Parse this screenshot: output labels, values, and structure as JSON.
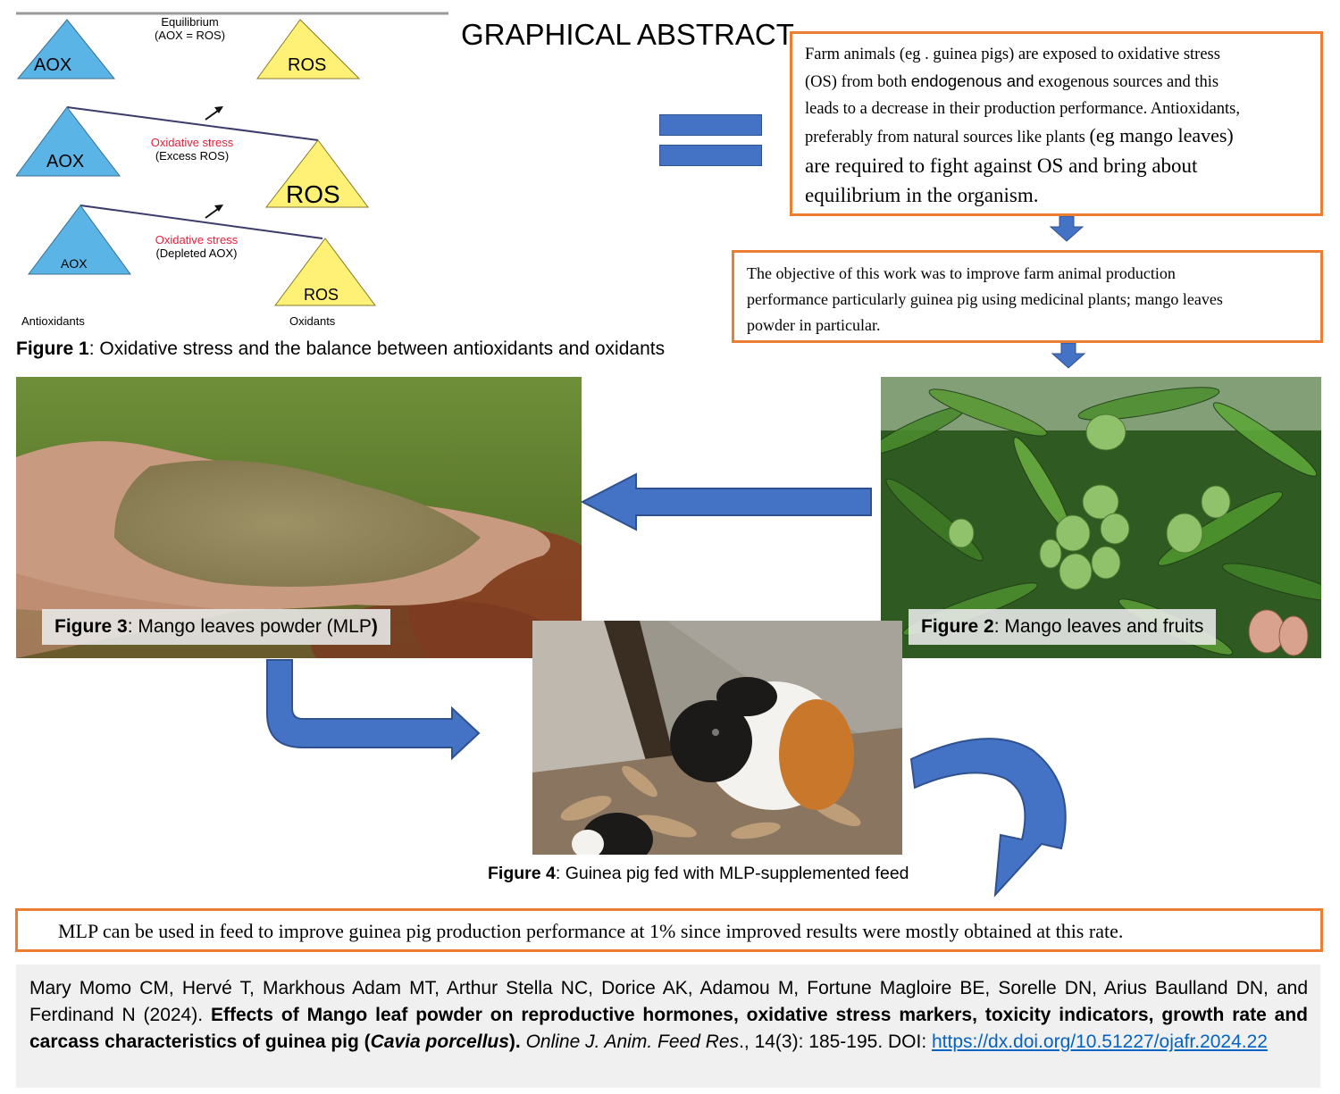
{
  "title": "GRAPHICAL ABSTRACT",
  "figure1": {
    "scales": [
      {
        "top_label_1": "Equilibrium",
        "top_label_2": "(AOX = ROS)",
        "left": "AOX",
        "right": "ROS"
      },
      {
        "top_label_1": "Oxidative stress",
        "top_label_2": "(Excess ROS)",
        "left": "AOX",
        "right": "ROS"
      },
      {
        "top_label_1": "Oxidative stress",
        "top_label_2": "(Depleted AOX)",
        "left": "AOX",
        "right": "ROS"
      }
    ],
    "bottom_left": "Antioxidants",
    "bottom_right": "Oxidants",
    "caption_bold": "Figure 1",
    "caption_text": ": Oxidative stress and the balance between antioxidants and oxidants",
    "colors": {
      "aox": "#5ab4e5",
      "ros": "#fff176",
      "accent_red": "#e5203a"
    }
  },
  "box1": {
    "line1": "Farm animals (eg . guinea pigs) are exposed to oxidative stress",
    "line2a": "(OS) from both ",
    "line2b": "endogenous and",
    "line2c": " exogenous sources and this",
    "line3": "leads to a decrease  in their production performance.  Antioxidants,",
    "line4a": "preferably  from natural sources like plants ",
    "line4b": "(eg mango leaves)",
    "line5": "are required to fight against OS and bring about",
    "line6": "equilibrium  in the organism."
  },
  "box2": {
    "line1": "The objective of this work was to improve farm animal production",
    "line2": "performance particularly guinea pig using medicinal plants; mango leaves",
    "line3": "powder in particular."
  },
  "figure2": {
    "caption_bold": "Figure 2",
    "caption_text": ": Mango leaves and fruits"
  },
  "figure3": {
    "caption_bold": "Figure 3",
    "caption_text": ": Mango leaves powder (MLP",
    "caption_end": ")"
  },
  "figure4": {
    "caption_bold": "Figure 4",
    "caption_text": ": Guinea pig fed with MLP-supplemented feed"
  },
  "conclusion": "MLP can be used in feed to improve guinea pig production performance at 1% since improved results were mostly obtained at this rate.",
  "citation": {
    "authors": "Mary Momo CM, Hervé T, Markhous Adam MT, Arthur Stella NC, Dorice AK, Adamou M, Fortune Magloire BE, Sorelle DN, Arius Baulland DN, and Ferdinand N (2024). ",
    "title_bold": "Effects of Mango leaf powder on reproductive hormones, oxidative stress markers, toxicity indicators, growth rate and carcass characteristics of guinea pig (",
    "species_italic": "Cavia porcellus",
    "title_end": ").",
    "journal": " Online J. Anim. Feed Res",
    "rest": "., 14(3): 185-195. DOI: ",
    "doi": "https://dx.doi.org/10.51227/ojafr.2024.22"
  },
  "arrow_color": "#4472c4"
}
